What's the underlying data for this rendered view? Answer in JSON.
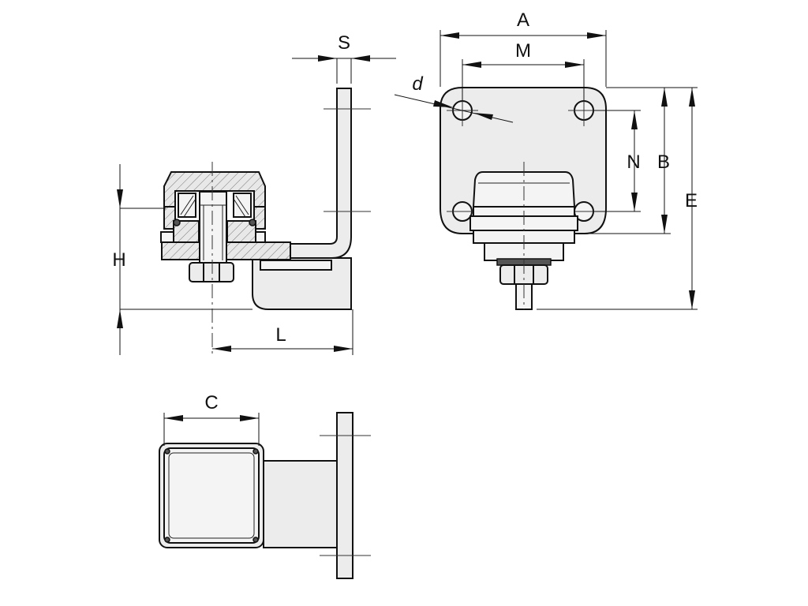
{
  "dimensions": {
    "A": "A",
    "M": "M",
    "S": "S",
    "d": "d",
    "B": "B",
    "N": "N",
    "E": "E",
    "H": "H",
    "L": "L",
    "C": "C"
  }
}
